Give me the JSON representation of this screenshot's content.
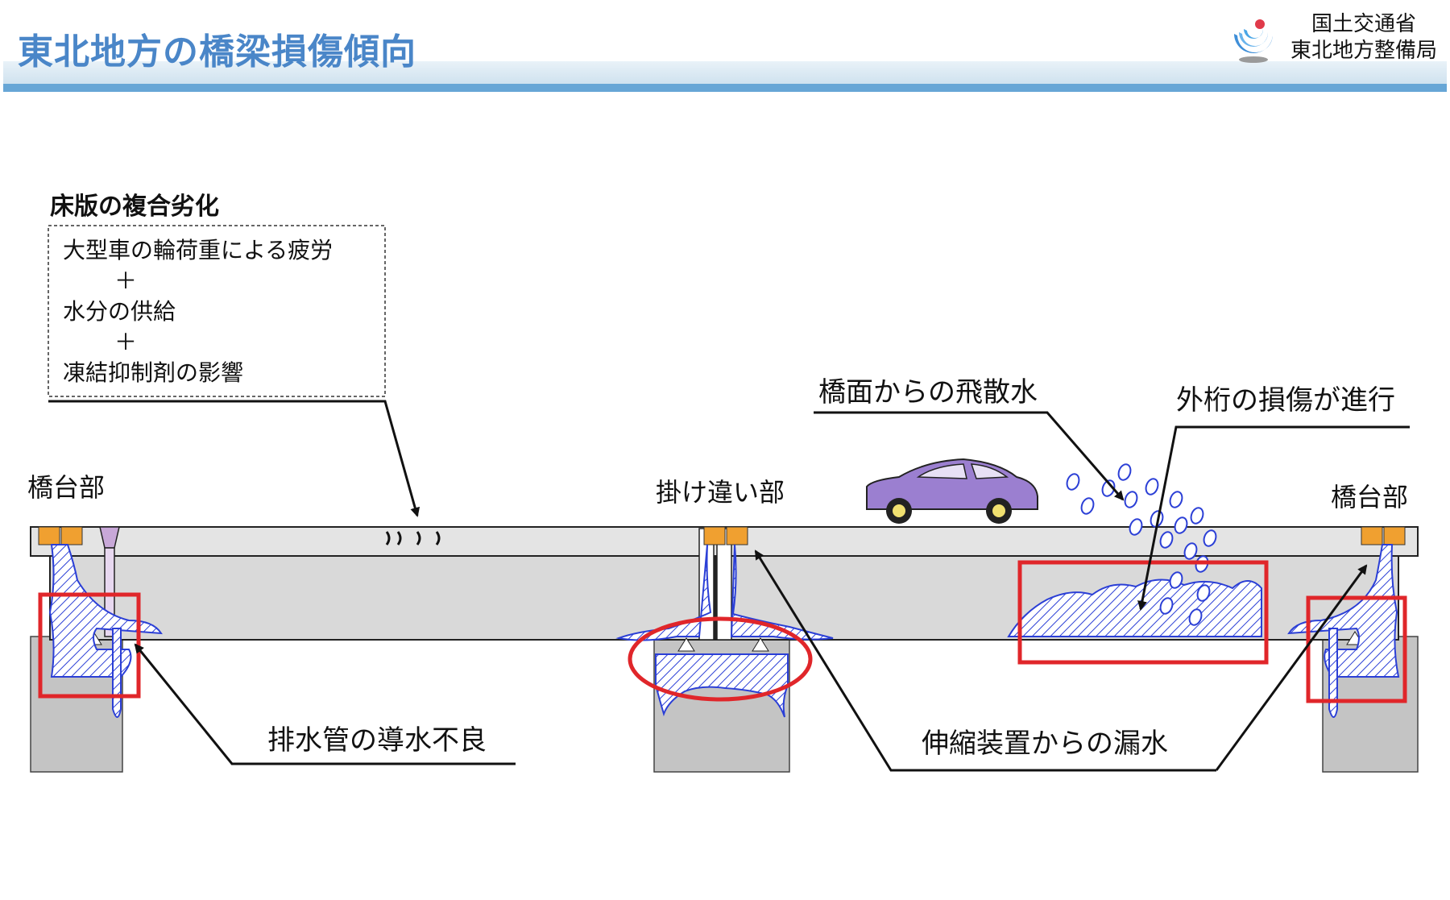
{
  "header": {
    "title": "東北地方の橋梁損傷傾向",
    "org_line1": "国土交通省",
    "org_line2": "東北地方整備局"
  },
  "diagram": {
    "composite_title": "床版の複合劣化",
    "composite_lines": [
      "大型車の輪荷重による疲労",
      "＋",
      "水分の供給",
      "＋",
      "凍結抑制剤の影響"
    ],
    "label_abutment_left": "橋台部",
    "label_abutment_right": "橋台部",
    "label_hinge": "掛け違い部",
    "label_splash": "橋面からの飛散水",
    "label_outer_girder": "外桁の損傷が進行",
    "label_drain": "排水管の導水不良",
    "label_joint_leak": "伸縮装置からの漏水"
  },
  "colors": {
    "title_blue": "#4a86c8",
    "band_blue": "#67a6d6",
    "highlight_red": "#e0262a",
    "water_blue": "#2b3fd6",
    "concrete_gray": "#d9d9d9",
    "bearing_orange": "#f0a030",
    "car_purple": "#9b7fd0"
  },
  "icons": [
    "mlit-logo-icon",
    "car-icon",
    "water-drop-icon",
    "crack-icon"
  ]
}
